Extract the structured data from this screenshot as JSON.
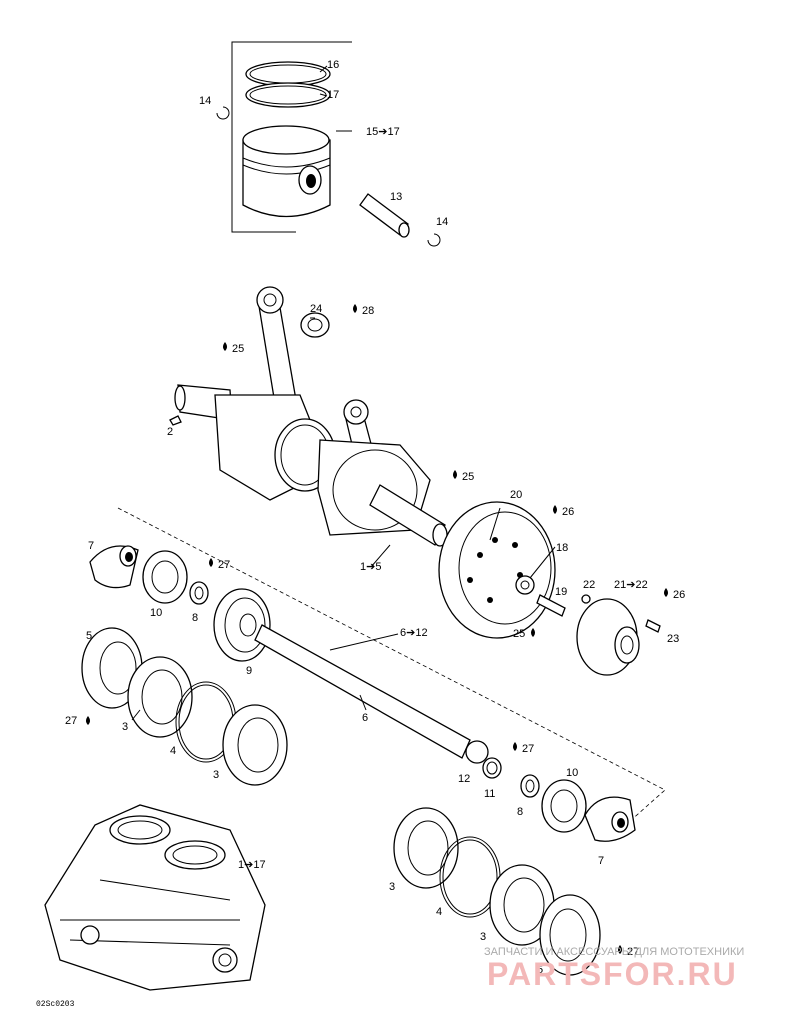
{
  "diagram_code": "02Sc0203",
  "watermark": {
    "tagline": "ЗАПЧАСТИ И АКСЕССУАРЫ ДЛЯ МОТОТЕХНИКИ",
    "logo_text": "PARTSFOR.RU"
  },
  "callouts": {
    "c_16": "16",
    "c_17": "17",
    "c_14a": "14",
    "c_15to17": "15➔17",
    "c_13": "13",
    "c_14b": "14",
    "c_24": "24",
    "c_28": "28",
    "c_25a": "25",
    "c_2": "2",
    "c_25b": "25",
    "c_20": "20",
    "c_26a": "26",
    "c_18": "18",
    "c_1to5": "1➔5",
    "c_19": "19",
    "c_22": "22",
    "c_21to22": "21➔22",
    "c_26b": "26",
    "c_25c": "25",
    "c_23": "23",
    "c_7a": "7",
    "c_27a": "27",
    "c_10a": "10",
    "c_8a": "8",
    "c_6to12": "6➔12",
    "c_5a": "5",
    "c_9": "9",
    "c_27b": "27",
    "c_3a": "3",
    "c_6": "6",
    "c_4a": "4",
    "c_3b": "3",
    "c_27c": "27",
    "c_12": "12",
    "c_11": "11",
    "c_10b": "10",
    "c_8b": "8",
    "c_7b": "7",
    "c_1to17": "1➔17",
    "c_3c": "3",
    "c_4b": "4",
    "c_3d": "3",
    "c_27d": "27",
    "c_5b": "5"
  }
}
